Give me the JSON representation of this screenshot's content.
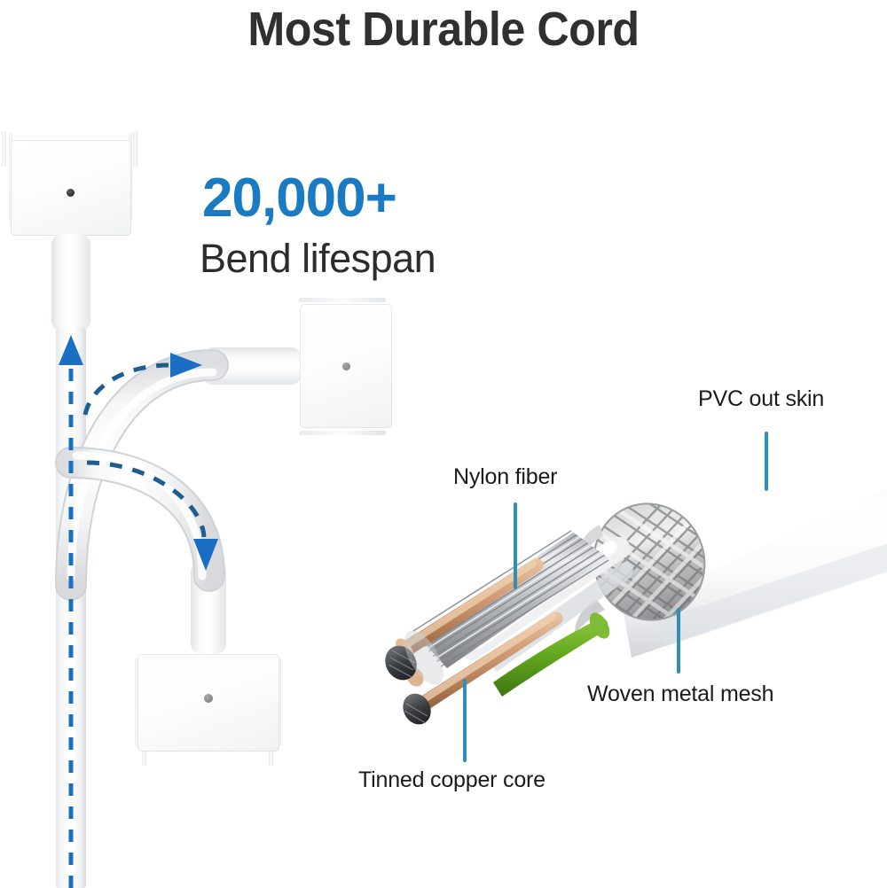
{
  "header": {
    "title": "Most Durable Cord"
  },
  "stat": {
    "value": "20,000+",
    "caption": "Bend lifespan",
    "value_color": "#1a7ac2"
  },
  "bend_diagram": {
    "name": "cord-bend-illustration",
    "connectors": [
      {
        "id": "connector-top",
        "orientation": "up",
        "led": "dark"
      },
      {
        "id": "connector-middle",
        "orientation": "right",
        "led": "gray"
      },
      {
        "id": "connector-bottom",
        "orientation": "down",
        "led": "gray"
      }
    ],
    "arrows": [
      {
        "id": "arrow-straight-up",
        "direction": "up"
      },
      {
        "id": "arrow-bend-right",
        "direction": "right"
      },
      {
        "id": "arrow-bend-down",
        "direction": "down"
      }
    ],
    "arrow_color": "#1a6fc4"
  },
  "cutaway": {
    "name": "cable-cutaway-diagram",
    "leader_color": "#2f90b7",
    "labels": [
      {
        "id": "label-pvc-out-skin",
        "text": "PVC out skin"
      },
      {
        "id": "label-nylon-fiber",
        "text": "Nylon fiber"
      },
      {
        "id": "label-woven-metal-mesh",
        "text": "Woven metal mesh"
      },
      {
        "id": "label-tinned-copper-core",
        "text": "Tinned copper core"
      }
    ],
    "materials": {
      "jacket": "#ffffff",
      "mesh": "#c9cbcb",
      "copper": "#c99a78",
      "green_wire": "#63a91f",
      "strand": "#b9bcc0"
    }
  }
}
